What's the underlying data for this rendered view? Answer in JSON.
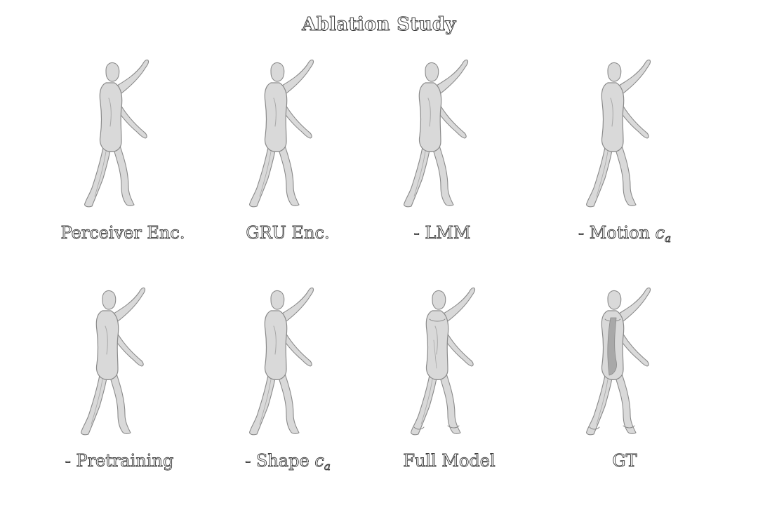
{
  "figure": {
    "title": "Ablation Study",
    "panels": [
      {
        "label": "Perceiver Enc.",
        "symbol": "",
        "subscript": "",
        "variant": "smooth"
      },
      {
        "label": "GRU Enc.",
        "symbol": "",
        "subscript": "",
        "variant": "smooth"
      },
      {
        "label": "- LMM",
        "symbol": "",
        "subscript": "",
        "variant": "smooth"
      },
      {
        "label": "- Motion ",
        "symbol": "c",
        "subscript": "a",
        "variant": "smooth"
      },
      {
        "label": "- Pretraining",
        "symbol": "",
        "subscript": "",
        "variant": "smooth"
      },
      {
        "label": "- Shape ",
        "symbol": "c",
        "subscript": "a",
        "variant": "smooth"
      },
      {
        "label": "Full Model",
        "symbol": "",
        "subscript": "",
        "variant": "clothed"
      },
      {
        "label": "GT",
        "symbol": "",
        "subscript": "",
        "variant": "clothed-detailed"
      }
    ]
  },
  "colors": {
    "body_fill": "#d9d9d9",
    "body_stroke": "#8a8a8a",
    "shade": "#a8a8a8",
    "text_stroke": "#3a3a3a"
  }
}
